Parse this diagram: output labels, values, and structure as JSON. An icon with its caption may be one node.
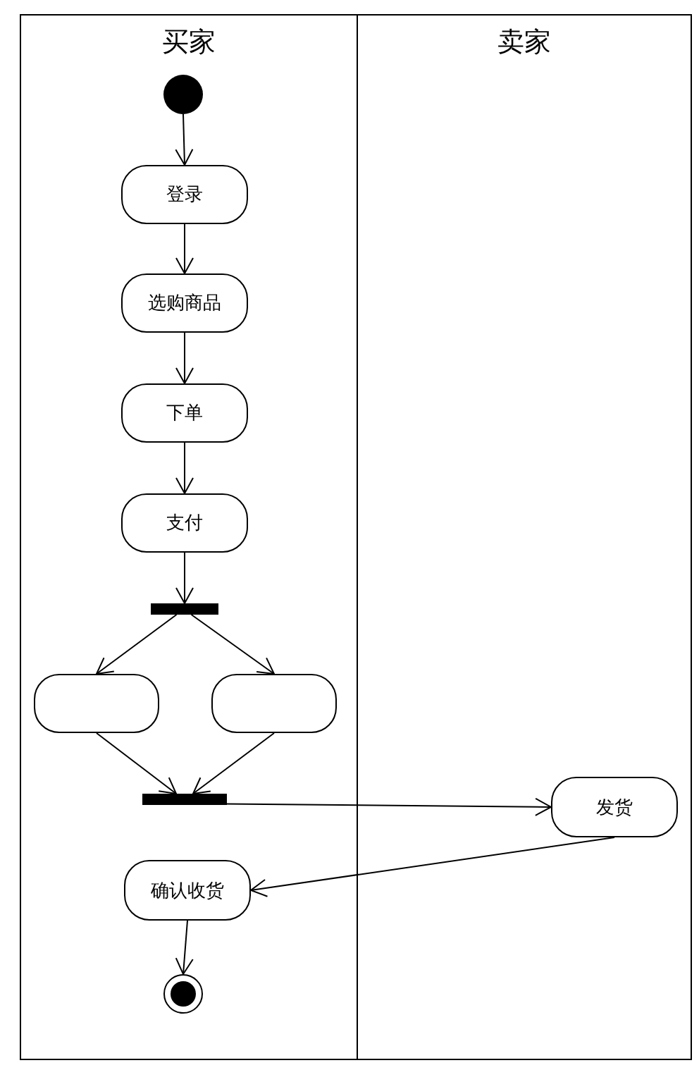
{
  "diagram": {
    "nodes": [
      {
        "text": [
          "买家"
        ]
      },
      {
        "text": [
          "卖家"
        ]
      },
      {
        "text": [],
        "shape": "circle",
        "in": 0
      },
      {
        "text": [
          "登录"
        ],
        "in": 0
      },
      {
        "text": [
          "选购商品"
        ],
        "in": 0
      },
      {
        "text": [
          "下单"
        ],
        "in": 0
      },
      {
        "text": [
          "支付"
        ],
        "in": 0
      },
      {
        "text": [],
        "shape": "bar",
        "in": 0
      },
      {
        "text": [],
        "shape": "box",
        "in": 0
      },
      {
        "text": [],
        "shape": "box",
        "in": 0
      },
      {
        "text": [],
        "shape": "bar",
        "in": 0
      },
      {
        "text": [
          "发货"
        ],
        "in": 1
      },
      {
        "text": [
          "确认收货"
        ],
        "in": 0
      },
      {
        "text": [],
        "shape": "circle",
        "in": 0
      }
    ],
    "edges": [
      {
        "from": 2,
        "to": 3,
        "arrow": "to"
      },
      {
        "from": 3,
        "to": 4,
        "arrow": "to"
      },
      {
        "from": 4,
        "to": 5,
        "arrow": "to"
      },
      {
        "from": 5,
        "to": 6,
        "arrow": "to"
      },
      {
        "from": 6,
        "to": 7,
        "arrow": "to"
      },
      {
        "from": 7,
        "to": 8,
        "arrow": "to"
      },
      {
        "from": 7,
        "to": 9,
        "arrow": "to"
      },
      {
        "from": 8,
        "to": 10,
        "arrow": "to"
      },
      {
        "from": 9,
        "to": 10,
        "arrow": "to"
      },
      {
        "from": 10,
        "to": 11,
        "arrow": "to"
      },
      {
        "from": 11,
        "to": 12,
        "arrow": "to"
      },
      {
        "from": 12,
        "to": 13,
        "arrow": "to"
      }
    ]
  }
}
